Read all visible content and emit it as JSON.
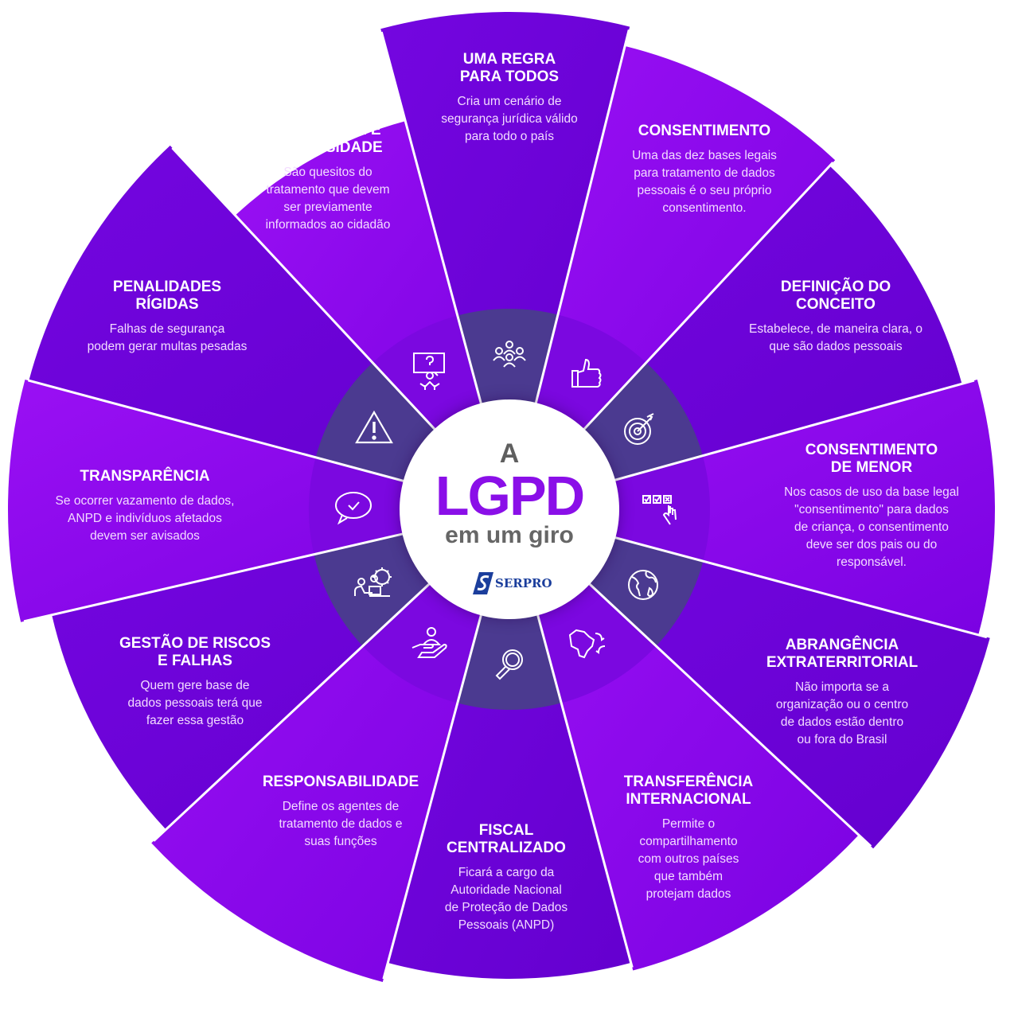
{
  "center": {
    "prefix": "A",
    "title": "LGPD",
    "subtitle": "em um giro",
    "logo_text": "SERPRO"
  },
  "colors": {
    "wedge_light": "#8a0bee",
    "wedge_dark": "#6d00d6",
    "inner_ring": "#4b3a90",
    "inner_ring_alt": "#7b08e0",
    "separator": "#ffffff",
    "center_title": "#8a0fe8",
    "center_text": "#666666",
    "logo": "#1b3e9c"
  },
  "wedges": [
    {
      "id": "uma-regra",
      "title": "UMA REGRA\nPARA TODOS",
      "description": "Cria um cenário de\nsegurança jurídica válido\npara todo o país",
      "icon": "people-group-icon"
    },
    {
      "id": "consentimento",
      "title": "CONSENTIMENTO",
      "description": "Uma das dez bases legais\npara tratamento de dados\npessoais é o seu próprio\nconsentimento.",
      "icon": "thumbs-up-icon"
    },
    {
      "id": "definicao",
      "title": "DEFINIÇÃO DO\nCONCEITO",
      "description": "Estabelece, de maneira clara, o\nque são dados pessoais",
      "icon": "target-icon"
    },
    {
      "id": "menor",
      "title": "CONSENTIMENTO\nDE MENOR",
      "description": "Nos casos de uso da base legal\n\"consentimento\" para dados\nde criança, o consentimento\ndeve ser dos pais ou do\nresponsável.",
      "icon": "checkbox-hand-icon"
    },
    {
      "id": "abrangencia",
      "title": "ABRANGÊNCIA\nEXTRATERRITORIAL",
      "description": "Não importa se a\norganização ou o centro\nde dados estão dentro\nou fora do Brasil",
      "icon": "globe-icon"
    },
    {
      "id": "transferencia",
      "title": "TRANSFERÊNCIA\nINTERNACIONAL",
      "description": "Permite o\ncompartilhamento\ncom outros países\nque também\nprotejam dados",
      "icon": "brazil-map-exchange-icon"
    },
    {
      "id": "fiscal",
      "title": "FISCAL\nCENTRALIZADO",
      "description": "Ficará a cargo da\nAutoridade Nacional\nde Proteção de Dados\nPessoais (ANPD)",
      "icon": "magnifier-icon"
    },
    {
      "id": "responsabilidade",
      "title": "RESPONSABILIDADE",
      "description": "Define os agentes de\ntratamento de dados e\nsuas funções",
      "icon": "hand-person-icon"
    },
    {
      "id": "gestao",
      "title": "GESTÃO DE RISCOS\nE FALHAS",
      "description": "Quem gere base de\ndados pessoais terá que\nfazer essa gestão",
      "icon": "people-gear-icon"
    },
    {
      "id": "transparencia",
      "title": "TRANSPARÊNCIA",
      "description": "Se ocorrer vazamento de dados,\nANPD e indivíduos afetados\ndevem ser avisados",
      "icon": "chat-check-icon"
    },
    {
      "id": "penalidades",
      "title": "PENALIDADES\nRÍGIDAS",
      "description": "Falhas de segurança\npodem gerar multas pesadas",
      "icon": "warning-icon"
    },
    {
      "id": "finalidade",
      "title": "FINALIDADE E\nNECESSIDADE",
      "description": "São quesitos do\ntratamento que devem\nser previamente\ninformados ao cidadão",
      "icon": "question-person-icon"
    }
  ]
}
